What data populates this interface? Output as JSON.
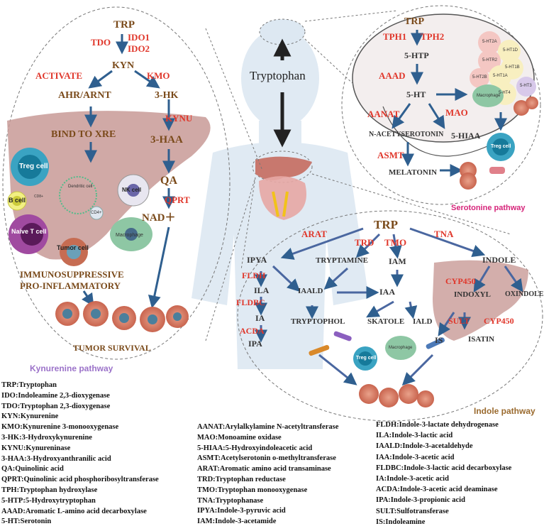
{
  "center": {
    "title": "Tryptophan"
  },
  "kynurenine": {
    "pathway_label": "Kynurenine pathway",
    "nodes": {
      "trp": "TRP",
      "kyn": "KYN",
      "ahr": "AHR/ARNT",
      "xre": "BIND TO XRE",
      "hk": "3-HK",
      "haa": "3-HAA",
      "qa": "QA",
      "nad": "NAD＋",
      "immuno": "IMMUNOSUPPRESSIVE",
      "proinf": "PRO-INFLAMMATORY",
      "tumor": "TUMOR SURVIVAL"
    },
    "enzymes": {
      "tdo": "TDO",
      "ido1": "IDO1",
      "ido2": "IDO2",
      "activate": "ACTIVATE",
      "kmo": "KMO",
      "kynu": "KYNU",
      "qprt": "QPRT"
    },
    "cells": {
      "treg": "Treg cell",
      "bcell": "B cell",
      "naive": "Naive T cell",
      "tumor": "Tumor cell",
      "nk": "NK cell",
      "macrophage": "Macrophage",
      "dendritic": "Dendritic cell",
      "cd8": "CD8+",
      "cd4": "CD4+"
    }
  },
  "serotonin": {
    "pathway_label": "Serotonine pathway",
    "nodes": {
      "trp": "TRP",
      "htp": "5-HTP",
      "ht": "5-HT",
      "nacetyl": "N-ACETYSEROTONIN",
      "hiaa": "5-HIAA",
      "melatonin": "MELATONIN"
    },
    "enzymes": {
      "tph1": "TPH1",
      "tph2": "TPH2",
      "aaad": "AAAD",
      "aanat": "AANAT",
      "mao": "MAO",
      "asmt": "ASMT"
    },
    "receptors": [
      "5-HT2A",
      "5-HT1D",
      "5-HTR2",
      "5-HT1B",
      "5-HT2B",
      "5-HT1A",
      "5-HT3",
      "5-HT4"
    ],
    "cells": {
      "macrophage": "Macrophage",
      "treg": "Treg cell"
    }
  },
  "indole": {
    "pathway_label": "Indole pathway",
    "nodes": {
      "trp": "TRP",
      "ipya": "IPYA",
      "tryptamine": "TRYPTAMINE",
      "iam": "IAM",
      "indole": "INDOLE",
      "ila": "ILA",
      "iald": "IAALD",
      "iaa": "IAA",
      "ia": "IA",
      "ipa": "IPA",
      "tryptophol": "TRYPTOPHOL",
      "skatole": "SKATOLE",
      "iald2": "IALD",
      "indoxyl": "INDOXYL",
      "oxindole": "OXINDOLE",
      "is": "IS",
      "isatin": "ISATIN"
    },
    "enzymes": {
      "arat": "ARAT",
      "trd": "TRD",
      "tmo": "TMO",
      "tna": "TNA",
      "fldh": "FLDH",
      "fldbc": "FLDBC",
      "acda": "ACDA",
      "cyp450a": "CYP450",
      "sult": "SULT",
      "cyp450b": "CYP450"
    },
    "cells": {
      "treg": "Treg cell",
      "macrophage": "Macrophage"
    }
  },
  "glossary_col1": [
    "TRP:Tryptophan",
    "IDO:Indoleamine 2,3-dioxygenase",
    "TDO:Tryptophan 2,3-dioxygenase",
    "KYN:Kynurenine",
    "KMO:Kynurenine 3-monooxygenase",
    "3-HK:3-Hydroxykynurenine",
    "KYNU:Kynureninase",
    "3-HAA:3-Hydroxyanthranilic acid",
    "QA:Quinolinic acid",
    "QPRT:Quinolinic acid phosphoribosyltransferase",
    "TPH:Tryptophan hydroxylase",
    "5-HTP:5-Hydroxytryptophan",
    "AAAD:Aromatic L-amino acid decarboxylase",
    "5-HT:Serotonin"
  ],
  "glossary_col2": [
    "AANAT:Arylalkylamine N-acetyltransferase",
    "MAO:Monoamine oxidase",
    "5-HIAA:5-Hydroxyindoleacetic acid",
    "ASMT:Acetylserotonin o-methyltransferase",
    "ARAT:Aromatic amino acid transaminase",
    "TRD:Tryptophan reductase",
    "TMO:Tryptophan monooxygenase",
    "TNA:Tryptophanase",
    "IPYA:Indole-3-pyruvic acid",
    "IAM:Indole-3-acetamide"
  ],
  "glossary_col3": [
    "FLDH:Indole-3-lactate dehydrogenase",
    "ILA:Indole-3-lactic acid",
    "IAALD:Indole-3-acetaldehyde",
    "IAA:Indole-3-acetic acid",
    "FLDBC:Indole-3-lactic acid decarboxylase",
    "IA:Indole-3-acetic acid",
    "ACDA:Indole-3-acetic acid deaminase",
    "IPA:Indole-3-propionic acid",
    "SULT:Sulfotransferase",
    "IS:Indoleamine"
  ],
  "colors": {
    "node": "#7a4a1a",
    "enzyme": "#e0362a",
    "arrow": "#2f5f8f",
    "kyn_label": "#9b72c9",
    "ser_label": "#d6247a",
    "ind_label": "#9a6a2e"
  }
}
